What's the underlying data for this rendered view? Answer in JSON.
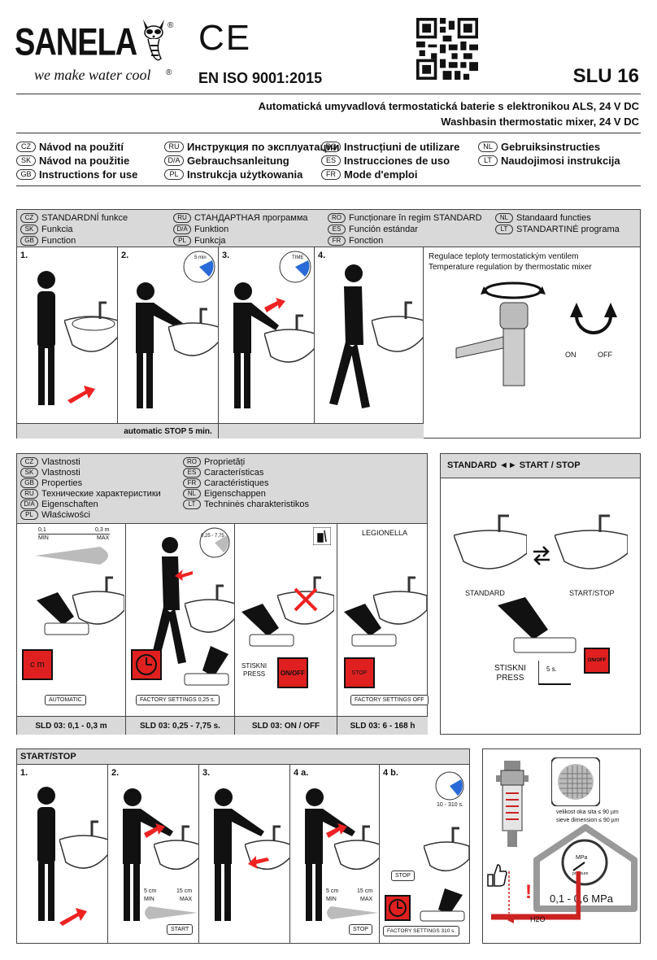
{
  "brand": {
    "name": "SANELA",
    "reg": "®",
    "tagline": "we make water cool"
  },
  "cert": {
    "ce": "CE",
    "iso": "EN ISO 9001:2015"
  },
  "model": "SLU 16",
  "description": [
    "Automatická umyvadlová termostatická baterie s elektronikou ALS, 24 V DC",
    "Washbasin thermostatic mixer, 24 V DC"
  ],
  "languages": [
    {
      "code": "CZ",
      "text": "Návod na použití"
    },
    {
      "code": "RU",
      "text": "Инструкция по эксплуатации"
    },
    {
      "code": "RO",
      "text": "Instrucțiuni de utilizare"
    },
    {
      "code": "NL",
      "text": "Gebruiksinstructies"
    },
    {
      "code": "SK",
      "text": "Návod na použitie"
    },
    {
      "code": "D/A",
      "text": "Gebrauchsanleitung"
    },
    {
      "code": "ES",
      "text": "Instrucciones de uso"
    },
    {
      "code": "LT",
      "text": "Naudojimosi instrukcija"
    },
    {
      "code": "GB",
      "text": "Instructions for use"
    },
    {
      "code": "PL",
      "text": "Instrukcja użytkowania"
    },
    {
      "code": "FR",
      "text": "Mode d'emploi"
    },
    {
      "code": "",
      "text": ""
    }
  ],
  "standard": {
    "labels": [
      {
        "code": "CZ",
        "text": "STANDARDNÍ funkce"
      },
      {
        "code": "RU",
        "text": "СТАНДАРТНАЯ программа"
      },
      {
        "code": "RO",
        "text": "Funcționare în regim STANDARD"
      },
      {
        "code": "NL",
        "text": "Standaard functies"
      },
      {
        "code": "SK",
        "text": "Funkcia"
      },
      {
        "code": "D/A",
        "text": "Funktion"
      },
      {
        "code": "ES",
        "text": "Función estándar"
      },
      {
        "code": "LT",
        "text": "STANDARTINĖ programa"
      },
      {
        "code": "GB",
        "text": "Function"
      },
      {
        "code": "PL",
        "text": "Funkcja"
      },
      {
        "code": "FR",
        "text": "Fonction"
      },
      {
        "code": "",
        "text": ""
      }
    ],
    "steps": [
      "1.",
      "2.",
      "3.",
      "4."
    ],
    "timer_2": "5 min",
    "timer_3": "TIME",
    "regulation": [
      "Regulace teploty termostatickým ventilem",
      "Temperature regulation by thermostatic mixer"
    ],
    "on": "ON",
    "off": "OFF",
    "footer": "automatic STOP 5 min."
  },
  "properties": {
    "labels": [
      {
        "code": "CZ",
        "text": "Vlastnosti"
      },
      {
        "code": "RO",
        "text": "Proprietăți"
      },
      {
        "code": "SK",
        "text": "Vlastnosti"
      },
      {
        "code": "ES",
        "text": "Características"
      },
      {
        "code": "GB",
        "text": "Properties"
      },
      {
        "code": "FR",
        "text": "Caractéristiques"
      },
      {
        "code": "RU",
        "text": "Технические характеристики"
      },
      {
        "code": "NL",
        "text": "Eigenschappen"
      },
      {
        "code": "D/A",
        "text": "Eigenschaften"
      },
      {
        "code": "LT",
        "text": "Techninės charakteristikos"
      },
      {
        "code": "PL",
        "text": "Właściwości"
      },
      {
        "code": "",
        "text": ""
      }
    ],
    "range_min_val": "0,1",
    "range_max_val": "0,3 m",
    "range_min": "MIN",
    "range_max": "MAX",
    "cm": "c m",
    "automatic": "AUTOMATIC",
    "factory_025": "FACTORY SETTINGS 0,25 s.",
    "dial_range": "0,25 - 7,75",
    "press": [
      "STISKNI",
      "PRESS"
    ],
    "onoff": "ON/OFF",
    "legionella": "LEGIONELLA",
    "stop_btn": "STOP",
    "factory_off": "FACTORY SETTINGS OFF",
    "footers": [
      "SLD 03: 0,1 - 0,3 m",
      "SLD 03: 0,25 - 7,75 s.",
      "SLD 03: ON / OFF",
      "SLD 03: 6 - 168 h"
    ]
  },
  "standard_startstop": {
    "title": "STANDARD ◄► START / STOP",
    "standard": "STANDARD",
    "startstop": "START/STOP",
    "press": [
      "STISKNI",
      "PRESS"
    ],
    "seconds": "5 s.",
    "onoff": "ON/OFF"
  },
  "startstop": {
    "title": "START/STOP",
    "steps": [
      "1.",
      "2.",
      "3.",
      "4 a.",
      "4 b."
    ],
    "cm5": "5 cm",
    "cm15": "15 cm",
    "min": "MIN",
    "max": "MAX",
    "start": "START",
    "stop": "STOP",
    "range": "10 - 310 s.",
    "factory_310": "FACTORY SETTINGS 310 s."
  },
  "filter": {
    "mesh": [
      "velikost oka sita ≤ 90 µm",
      "sieve dimension ≤ 90 µm"
    ],
    "gauge_unit": "MPa",
    "gauge_label": "pressure",
    "pressure": "0,1 - 0,6 MPa",
    "water": "H2O",
    "warn": "!"
  }
}
